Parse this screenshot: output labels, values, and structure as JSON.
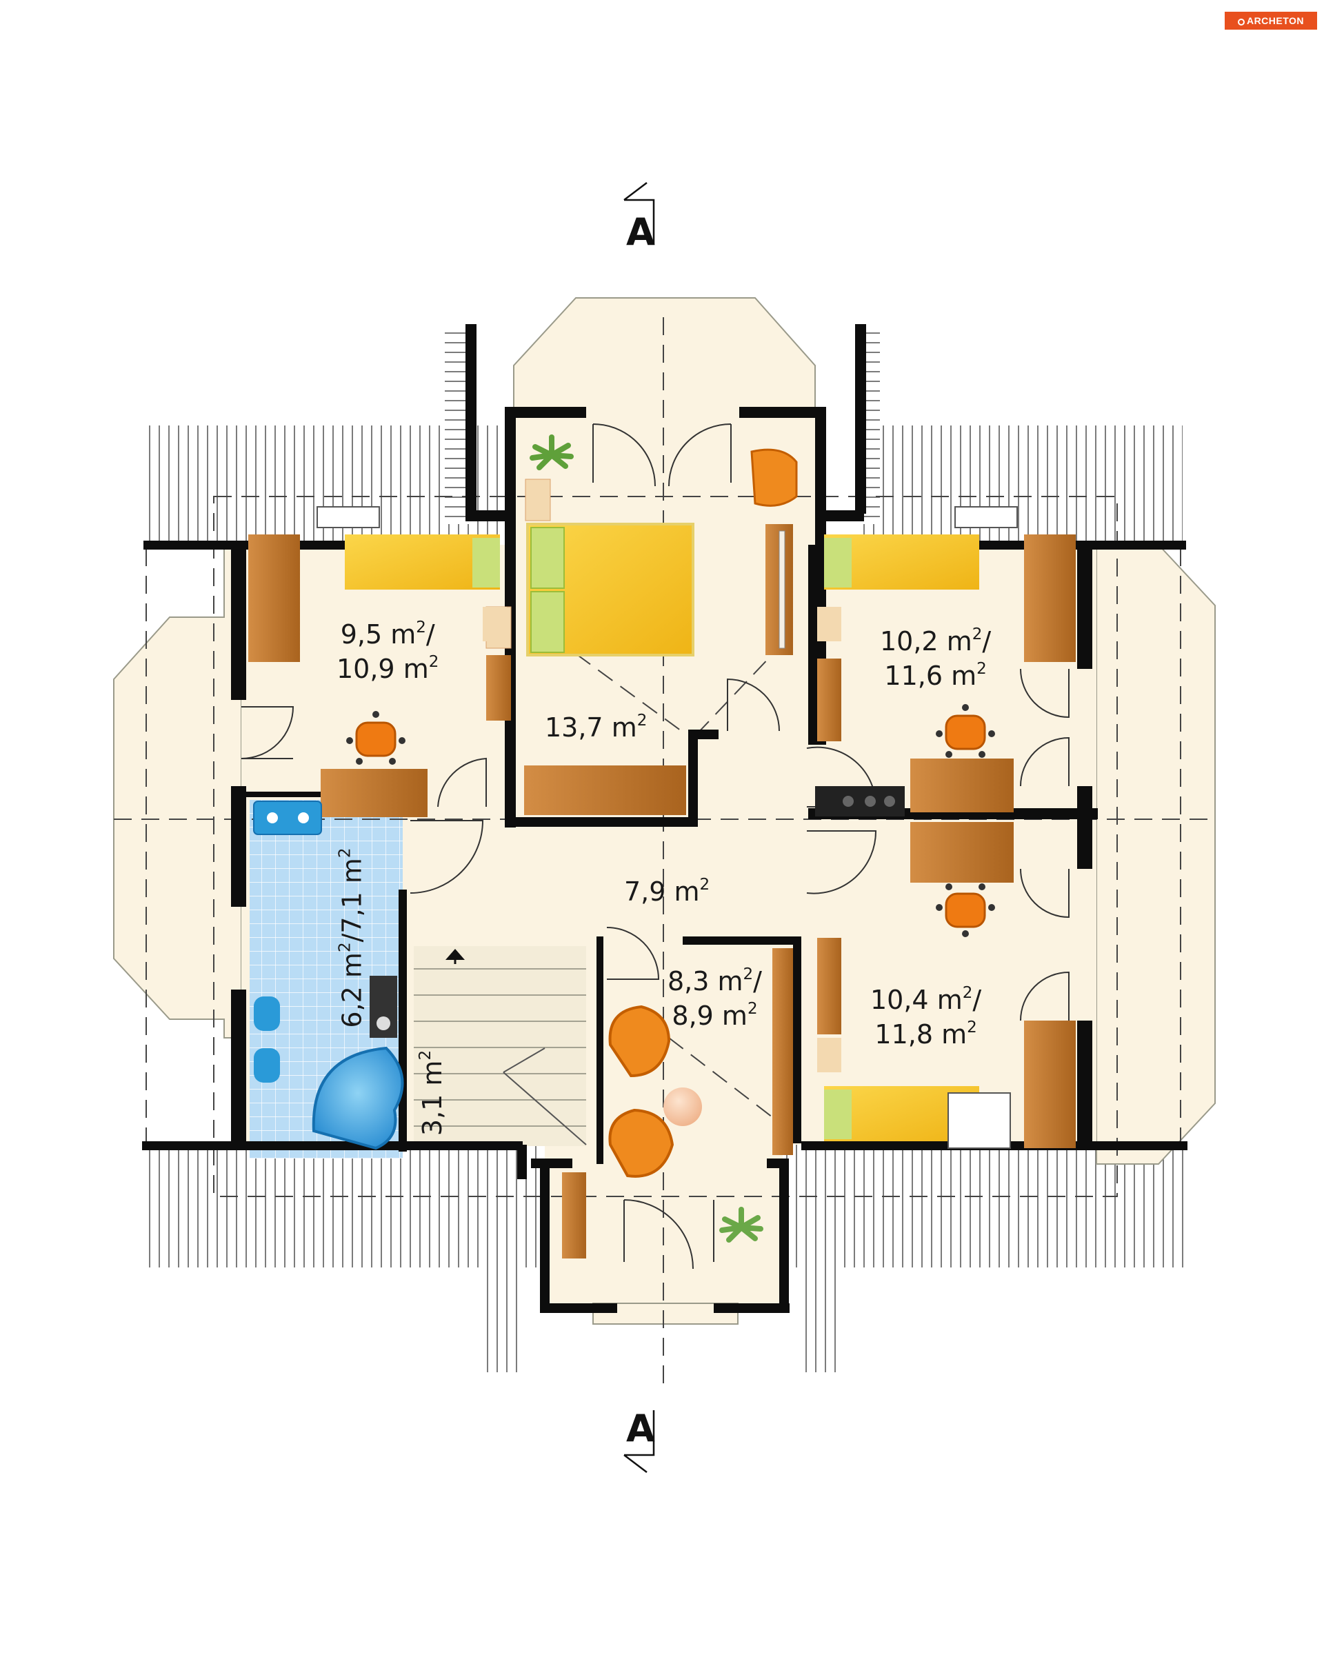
{
  "brand": {
    "logo_text": "ARCHETON"
  },
  "section_marker": {
    "top": "A",
    "bottom": "A"
  },
  "rooms": [
    {
      "id": "bedroom-main",
      "line1": "13,7 m",
      "sup1": "2"
    },
    {
      "id": "bedroom-left",
      "line1": "9,5 m",
      "sup1": "2",
      "tail1": "/",
      "line2": "10,9 m",
      "sup2": "2"
    },
    {
      "id": "bedroom-right-top",
      "line1": "10,2 m",
      "sup1": "2",
      "tail1": "/",
      "line2": "11,6 m",
      "sup2": "2"
    },
    {
      "id": "hall",
      "line1": "7,9 m",
      "sup1": "2"
    },
    {
      "id": "room-center-bottom",
      "line1": "8,3 m",
      "sup1": "2",
      "tail1": "/",
      "line2": "8,9 m",
      "sup2": "2"
    },
    {
      "id": "bedroom-right-bottom",
      "line1": "10,4 m",
      "sup1": "2",
      "tail1": "/",
      "line2": "11,8 m",
      "sup2": "2"
    },
    {
      "id": "bathroom",
      "line1": "6,2 m",
      "sup1": "2",
      "tail1": "/7,1 m",
      "sup2": "2"
    },
    {
      "id": "staircase",
      "line1": "3,1 m",
      "sup1": "2"
    }
  ],
  "colors": {
    "wall": "#0d0d0d",
    "floor": "#fbf3e1",
    "bath_tile": "#b8dcf4",
    "bed": "#f4c430",
    "bed_pillow": "#c9e07a",
    "wood": "#c77f34",
    "chair": "#ef7a12",
    "roof_hatch": "#555555"
  }
}
